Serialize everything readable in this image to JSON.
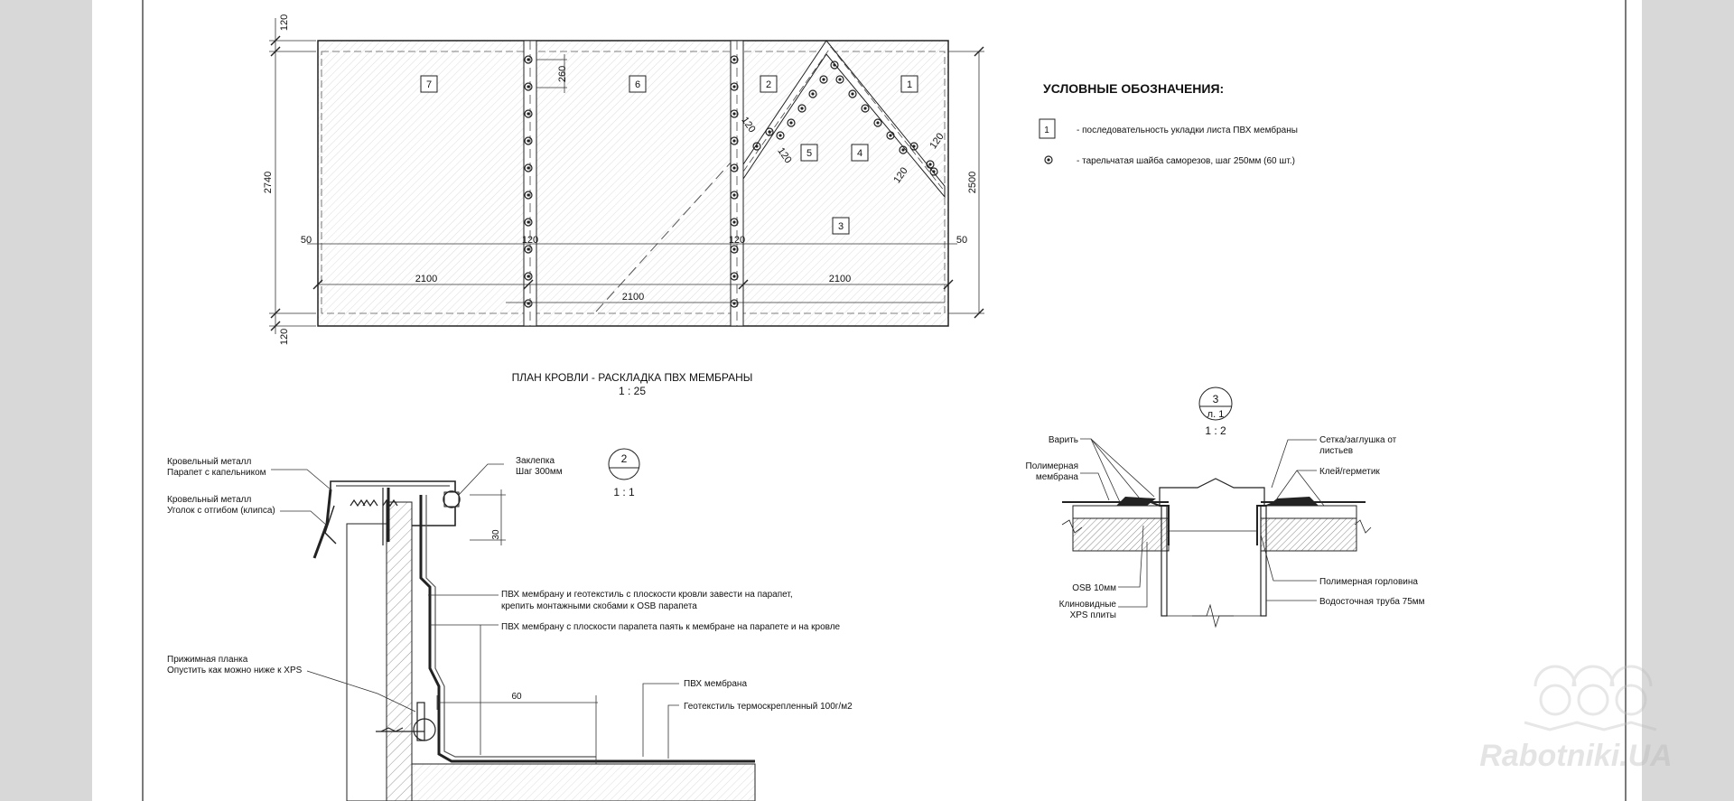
{
  "plan": {
    "title": "ПЛАН КРОВЛИ - РАСКЛАДКА ПВХ МЕМБРАНЫ",
    "scale": "1 : 25",
    "sheet_numbers": [
      "7",
      "6",
      "2",
      "1",
      "5",
      "4",
      "3"
    ],
    "dims": {
      "d120_top": "120",
      "d120_bottom": "120",
      "d2740": "2740",
      "d2500": "2500",
      "d260": "260",
      "d50_left": "50",
      "d50_right": "50",
      "d120_a": "120",
      "d120_b": "120",
      "d2100_left": "2100",
      "d2100_middle": "2100",
      "d2100_right": "2100",
      "d120_diag1": "120",
      "d120_diag2": "120",
      "d120_diag3": "120",
      "d120_diag4": "120"
    }
  },
  "legend": {
    "title": "УСЛОВНЫЕ ОБОЗНАЧЕНИЯ:",
    "box_sample": "1",
    "item1": "-  последовательность укладки листа ПВХ мембраны",
    "item2": "- тарельчатая шайба саморезов, шаг 250мм (60 шт.)"
  },
  "detail2": {
    "marker": "2",
    "scale": "1 : 1",
    "l_metal1a": "Кровельный металл",
    "l_metal1b": "Парапет с капельником",
    "l_metal2a": "Кровельный металл",
    "l_metal2b": "Уголок с отгибом (клипса)",
    "l_rivet_a": "Заклепка",
    "l_rivet_b": "Шаг 300мм",
    "dim30": "30",
    "note1a": "ПВХ мембрану и геотекстиль с плоскости кровли завести на парапет,",
    "note1b": "крепить монтажными скобами к OSB парапета",
    "note2": "ПВХ мембрану с плоскости парапета паять к мембране на парапете и на кровле",
    "l_plank_a": "Прижимная планка",
    "l_plank_b": "Опустить как можно ниже к XPS",
    "dim60": "60",
    "l_pvc": "ПВХ мембрана",
    "l_geo": "Геотекстиль термоскрепленный 100г/м2"
  },
  "detail3": {
    "marker_top": "3",
    "marker_bottom": "л. 1",
    "scale": "1 : 2",
    "l_weld": "Варить",
    "l_poly_a": "Полимерная",
    "l_poly_b": "мембрана",
    "l_osb": "OSB 10мм",
    "l_xps_a": "Клиновидные",
    "l_xps_b": "XPS плиты",
    "l_net_a": "Сетка/заглушка от",
    "l_net_b": "листьев",
    "l_glue": "Клей/герметик",
    "l_neck": "Полимерная горловина",
    "l_pipe": "Водосточная труба 75мм"
  },
  "watermark": "Rabotniki.UA"
}
